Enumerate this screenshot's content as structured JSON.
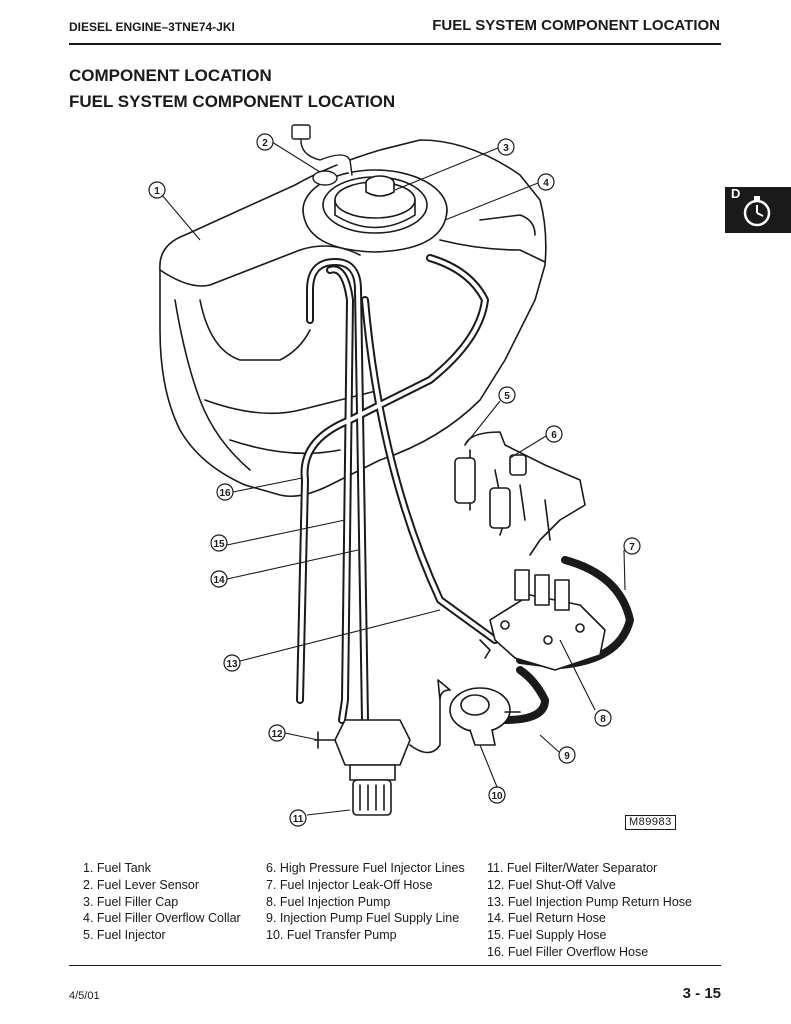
{
  "header": {
    "left": "DIESEL ENGINE–3TNE74-JKI",
    "right": "FUEL SYSTEM COMPONENT LOCATION"
  },
  "titles": {
    "line1": "COMPONENT LOCATION",
    "line2": "FUEL SYSTEM COMPONENT LOCATION"
  },
  "tab": {
    "letter": "D",
    "icon": "stopwatch-icon"
  },
  "figure": {
    "ref": "M89983"
  },
  "callouts": [
    "1",
    "2",
    "3",
    "4",
    "5",
    "6",
    "7",
    "8",
    "9",
    "10",
    "11",
    "12",
    "13",
    "14",
    "15",
    "16"
  ],
  "legend": {
    "col1": [
      "1. Fuel Tank",
      "2. Fuel Lever Sensor",
      "3. Fuel Filler Cap",
      "4. Fuel Filler Overflow Collar",
      "5. Fuel Injector"
    ],
    "col2": [
      "6. High Pressure Fuel Injector Lines",
      "7. Fuel Injector Leak-Off Hose",
      "8. Fuel Injection Pump",
      "9. Injection Pump Fuel Supply Line",
      "10. Fuel Transfer Pump"
    ],
    "col3": [
      "11. Fuel Filter/Water Separator",
      "12. Fuel Shut-Off Valve",
      "13. Fuel Injection Pump Return Hose",
      "14. Fuel Return Hose",
      "15. Fuel Supply Hose",
      "16. Fuel Filler Overflow Hose"
    ]
  },
  "footer": {
    "date": "4/5/01",
    "page": "3 - 15"
  }
}
